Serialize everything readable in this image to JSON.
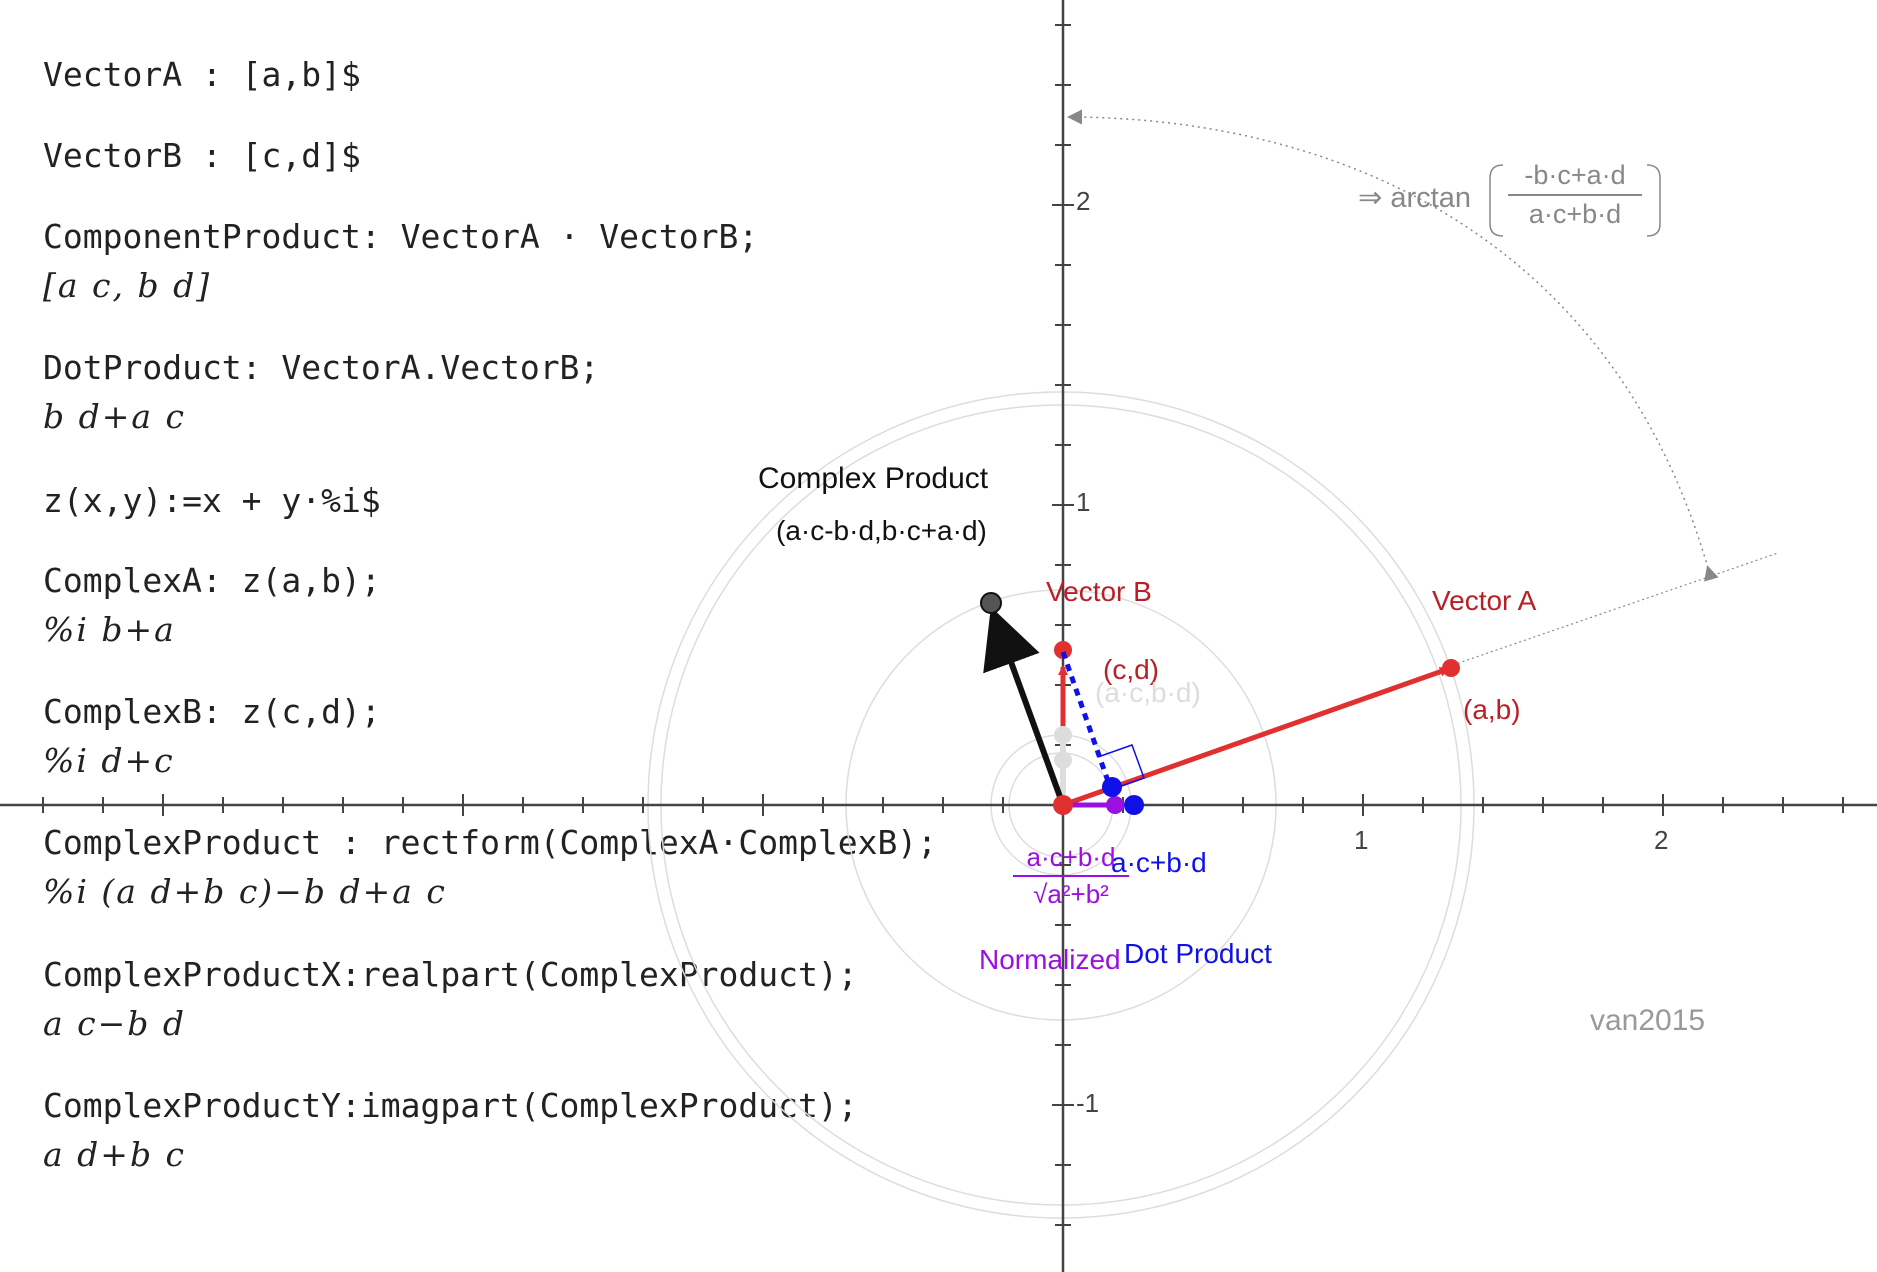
{
  "code": {
    "vectorA": "VectorA : [a,b]$",
    "vectorB": "VectorB : [c,d]$",
    "componentProduct": "ComponentProduct: VectorA · VectorB;",
    "componentProductResult": "[a c, b d]",
    "dotProduct": "DotProduct: VectorA.VectorB;",
    "dotProductResult": "b d+a c",
    "zDef": "z(x,y):=x + y·%i$",
    "complexA": "ComplexA: z(a,b);",
    "complexAResult": "%i b+a",
    "complexB": "ComplexB: z(c,d);",
    "complexBResult": "%i d+c",
    "complexProduct": "ComplexProduct : rectform(ComplexA·ComplexB);",
    "complexProductResult": "%i (a d+b c)−b d+a c",
    "complexProductX": "ComplexProductX:realpart(ComplexProduct);",
    "complexProductXResult": "a c−b d",
    "complexProductY": "ComplexProductY:imagpart(ComplexProduct);",
    "complexProductYResult": "a d+b c"
  },
  "axes": {
    "x_ticks": [
      "1",
      "2"
    ],
    "y_ticks": [
      "2",
      "1",
      "-1"
    ]
  },
  "labels": {
    "complexProductTitle": "Complex Product",
    "complexProductCoords": "(a·c-b·d,b·c+a·d)",
    "vectorB": "Vector B",
    "vectorBCoords": "(c,d)",
    "projectionCoords": "(a·c,b·d)",
    "vectorA": "Vector A",
    "vectorACoords": "(a,b)",
    "dotValue": "a·c+b·d",
    "dotProduct": "Dot Product",
    "normalized": "Normalized",
    "normNumerator": "a·c+b·d",
    "normDenominator": "√a²+b²",
    "anglePrefix": "⇒ arctan",
    "angleNumerator": "-b·c+a·d",
    "angleDenominator": "a·c+b·d",
    "credit": "van2015"
  },
  "colors": {
    "red": "#e03030",
    "darkred": "#b82026",
    "blue": "#1010e8",
    "purple": "#9a10e0",
    "black": "#111111",
    "gray": "#888888",
    "lightgray": "#dddddd"
  }
}
